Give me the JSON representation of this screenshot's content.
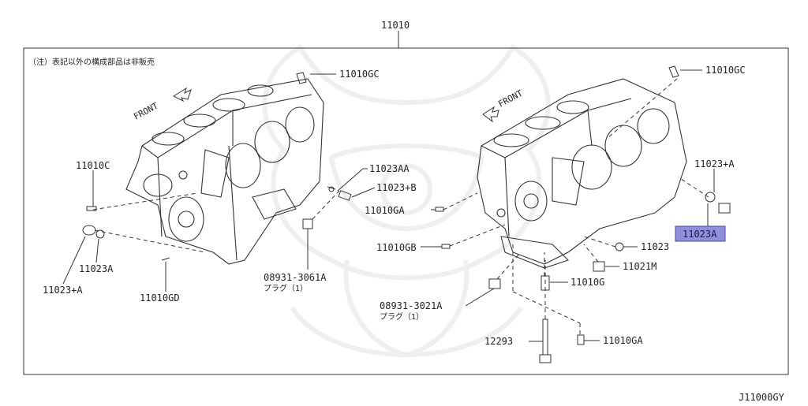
{
  "diagram": {
    "top_part": "11010",
    "note": "（注）表記以外の構成部品は非販売",
    "figure_code": "J11000GY",
    "front_label": "FRONT",
    "highlight_color": "#8f8fdc",
    "left_block": {
      "11010GC": "11010GC",
      "11010C": "11010C",
      "11023AA": "11023AA",
      "11023+B": "11023+B",
      "11023A": "11023A",
      "11023+A": "11023+A",
      "11010GD": "11010GD",
      "plug_code": "08931-3061A",
      "plug_label": "プラグ（1）"
    },
    "right_block": {
      "11010GC": "11010GC",
      "11023+A": "11023+A",
      "11023A_selected": "11023A",
      "11010GA_top": "11010GA",
      "11010GB": "11010GB",
      "11023": "11023",
      "11021M": "11021M",
      "11010G": "11010G",
      "plug_code": "08931-3021A",
      "plug_label": "プラグ（1）",
      "12293": "12293",
      "11010GA_bottom": "11010GA"
    }
  }
}
